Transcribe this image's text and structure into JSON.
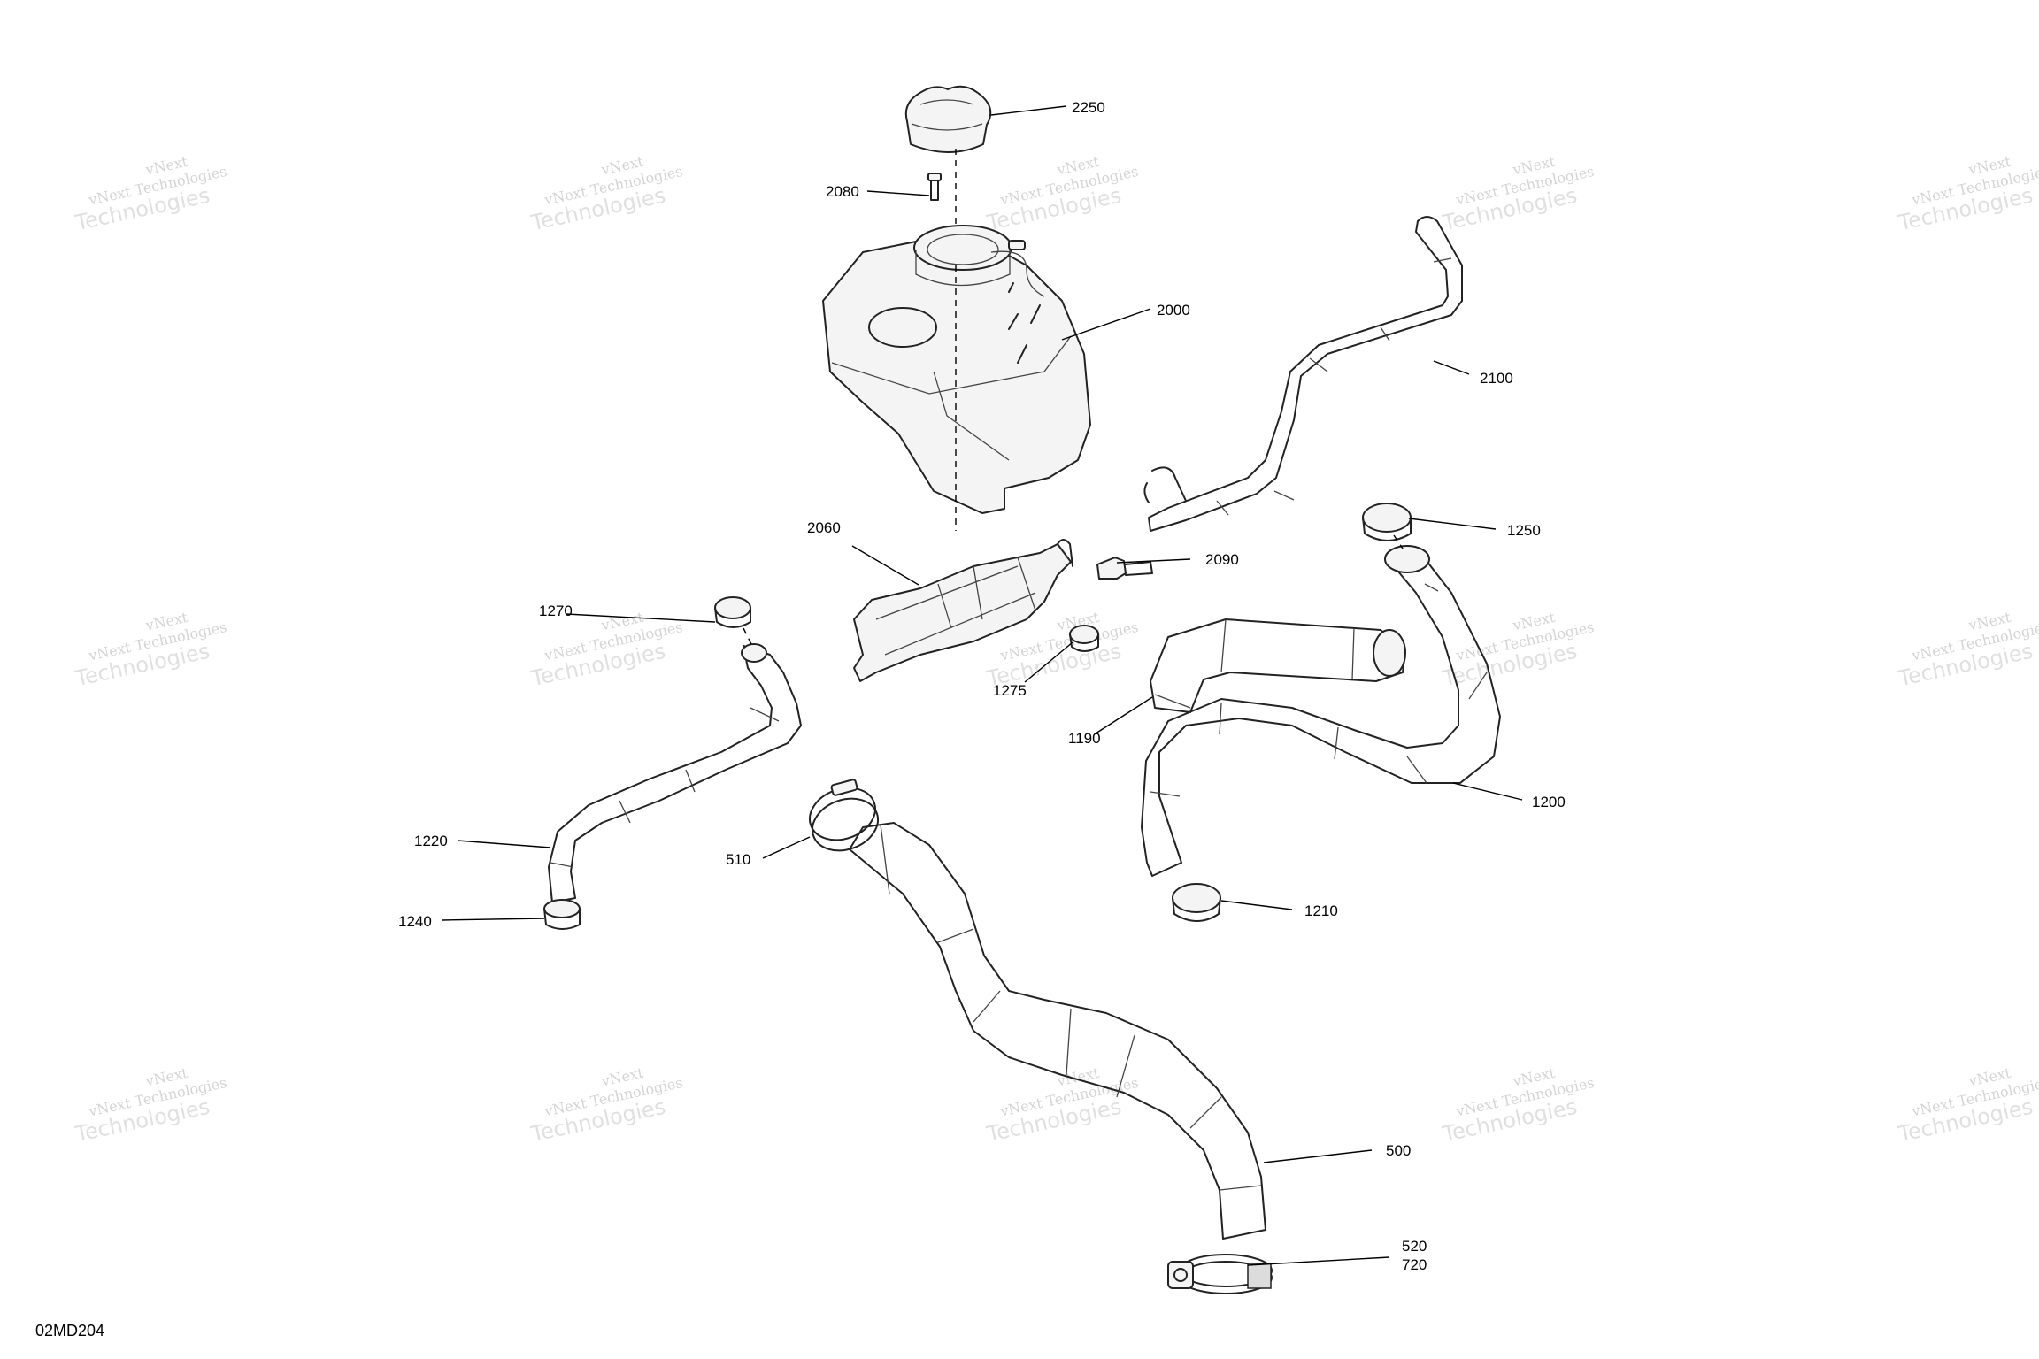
{
  "diagram": {
    "code": "02MD204",
    "watermark": {
      "line1": "vNext Technologies",
      "line2": "Technologies",
      "overlay": "vNext"
    },
    "parts": [
      {
        "id": "2250",
        "name": "cap"
      },
      {
        "id": "2080",
        "name": "screw"
      },
      {
        "id": "2000",
        "name": "tank"
      },
      {
        "id": "2100",
        "name": "vent-hose"
      },
      {
        "id": "1250",
        "name": "clamp"
      },
      {
        "id": "2060",
        "name": "bracket"
      },
      {
        "id": "2090",
        "name": "bolt"
      },
      {
        "id": "1270",
        "name": "clamp"
      },
      {
        "id": "1275",
        "name": "clamp"
      },
      {
        "id": "1190",
        "name": "hose"
      },
      {
        "id": "1200",
        "name": "hose"
      },
      {
        "id": "1220",
        "name": "hose"
      },
      {
        "id": "1240",
        "name": "clamp"
      },
      {
        "id": "510",
        "name": "clamp"
      },
      {
        "id": "1210",
        "name": "clamp"
      },
      {
        "id": "500",
        "name": "hose"
      },
      {
        "id": "520",
        "name": "clamp"
      },
      {
        "id": "720",
        "name": "clamp"
      }
    ]
  }
}
